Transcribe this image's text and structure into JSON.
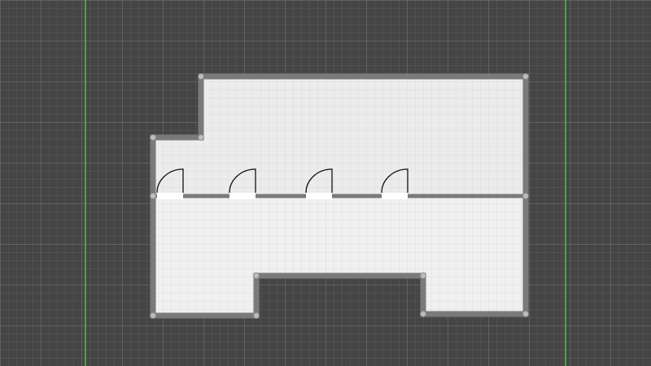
{
  "colors": {
    "canvas_bg": "#454545",
    "grid_minor": "#5a5a5a",
    "grid_major": "#7a7a7a",
    "guide": "#2bd92b",
    "room_floor": "#ececec",
    "room_floor_grid": "#d8d8d8",
    "wall": "#7a7a7a",
    "wall_node": "#bdbdbd",
    "door_frame": "#ffffff",
    "door_arc": "#111111"
  },
  "editor": {
    "grid": "on",
    "guides": "vertical",
    "wall_nodes": "shown"
  },
  "plan": {
    "rooms": [
      {
        "id": "upper-room",
        "name": ""
      },
      {
        "id": "lower-room",
        "name": ""
      }
    ],
    "doors": [
      {
        "id": "door-1",
        "swing": "left"
      },
      {
        "id": "door-2",
        "swing": "left"
      },
      {
        "id": "door-3",
        "swing": "left"
      },
      {
        "id": "door-4",
        "swing": "left"
      }
    ]
  }
}
